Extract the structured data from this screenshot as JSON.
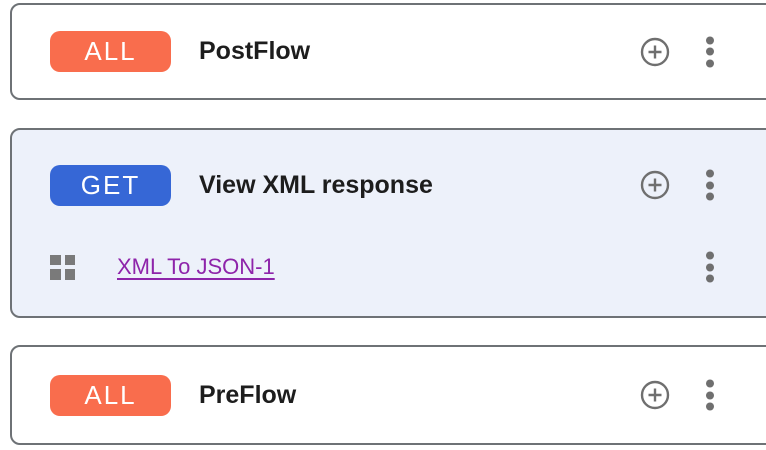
{
  "app": {
    "view": "API proxy flow editor"
  },
  "colors": {
    "badge_all": "#F96D4D",
    "badge_get": "#3667D6",
    "selected_card_bg": "#EDF1FA",
    "card_border": "#6E7276",
    "icon_gray": "#6F6F6F",
    "policy_link": "#8E24AA",
    "title_text": "#1D1D1D"
  },
  "icons": {
    "add": "plus-in-circle",
    "menu": "kebab-vertical-dots",
    "policy": "grid-of-squares"
  },
  "cards": [
    {
      "badge": "ALL",
      "title": "PostFlow"
    },
    {
      "badge": "GET",
      "title": "View XML response",
      "selected": true,
      "policy": {
        "label": "XML To JSON-1"
      }
    },
    {
      "badge": "ALL",
      "title": "PreFlow"
    }
  ]
}
